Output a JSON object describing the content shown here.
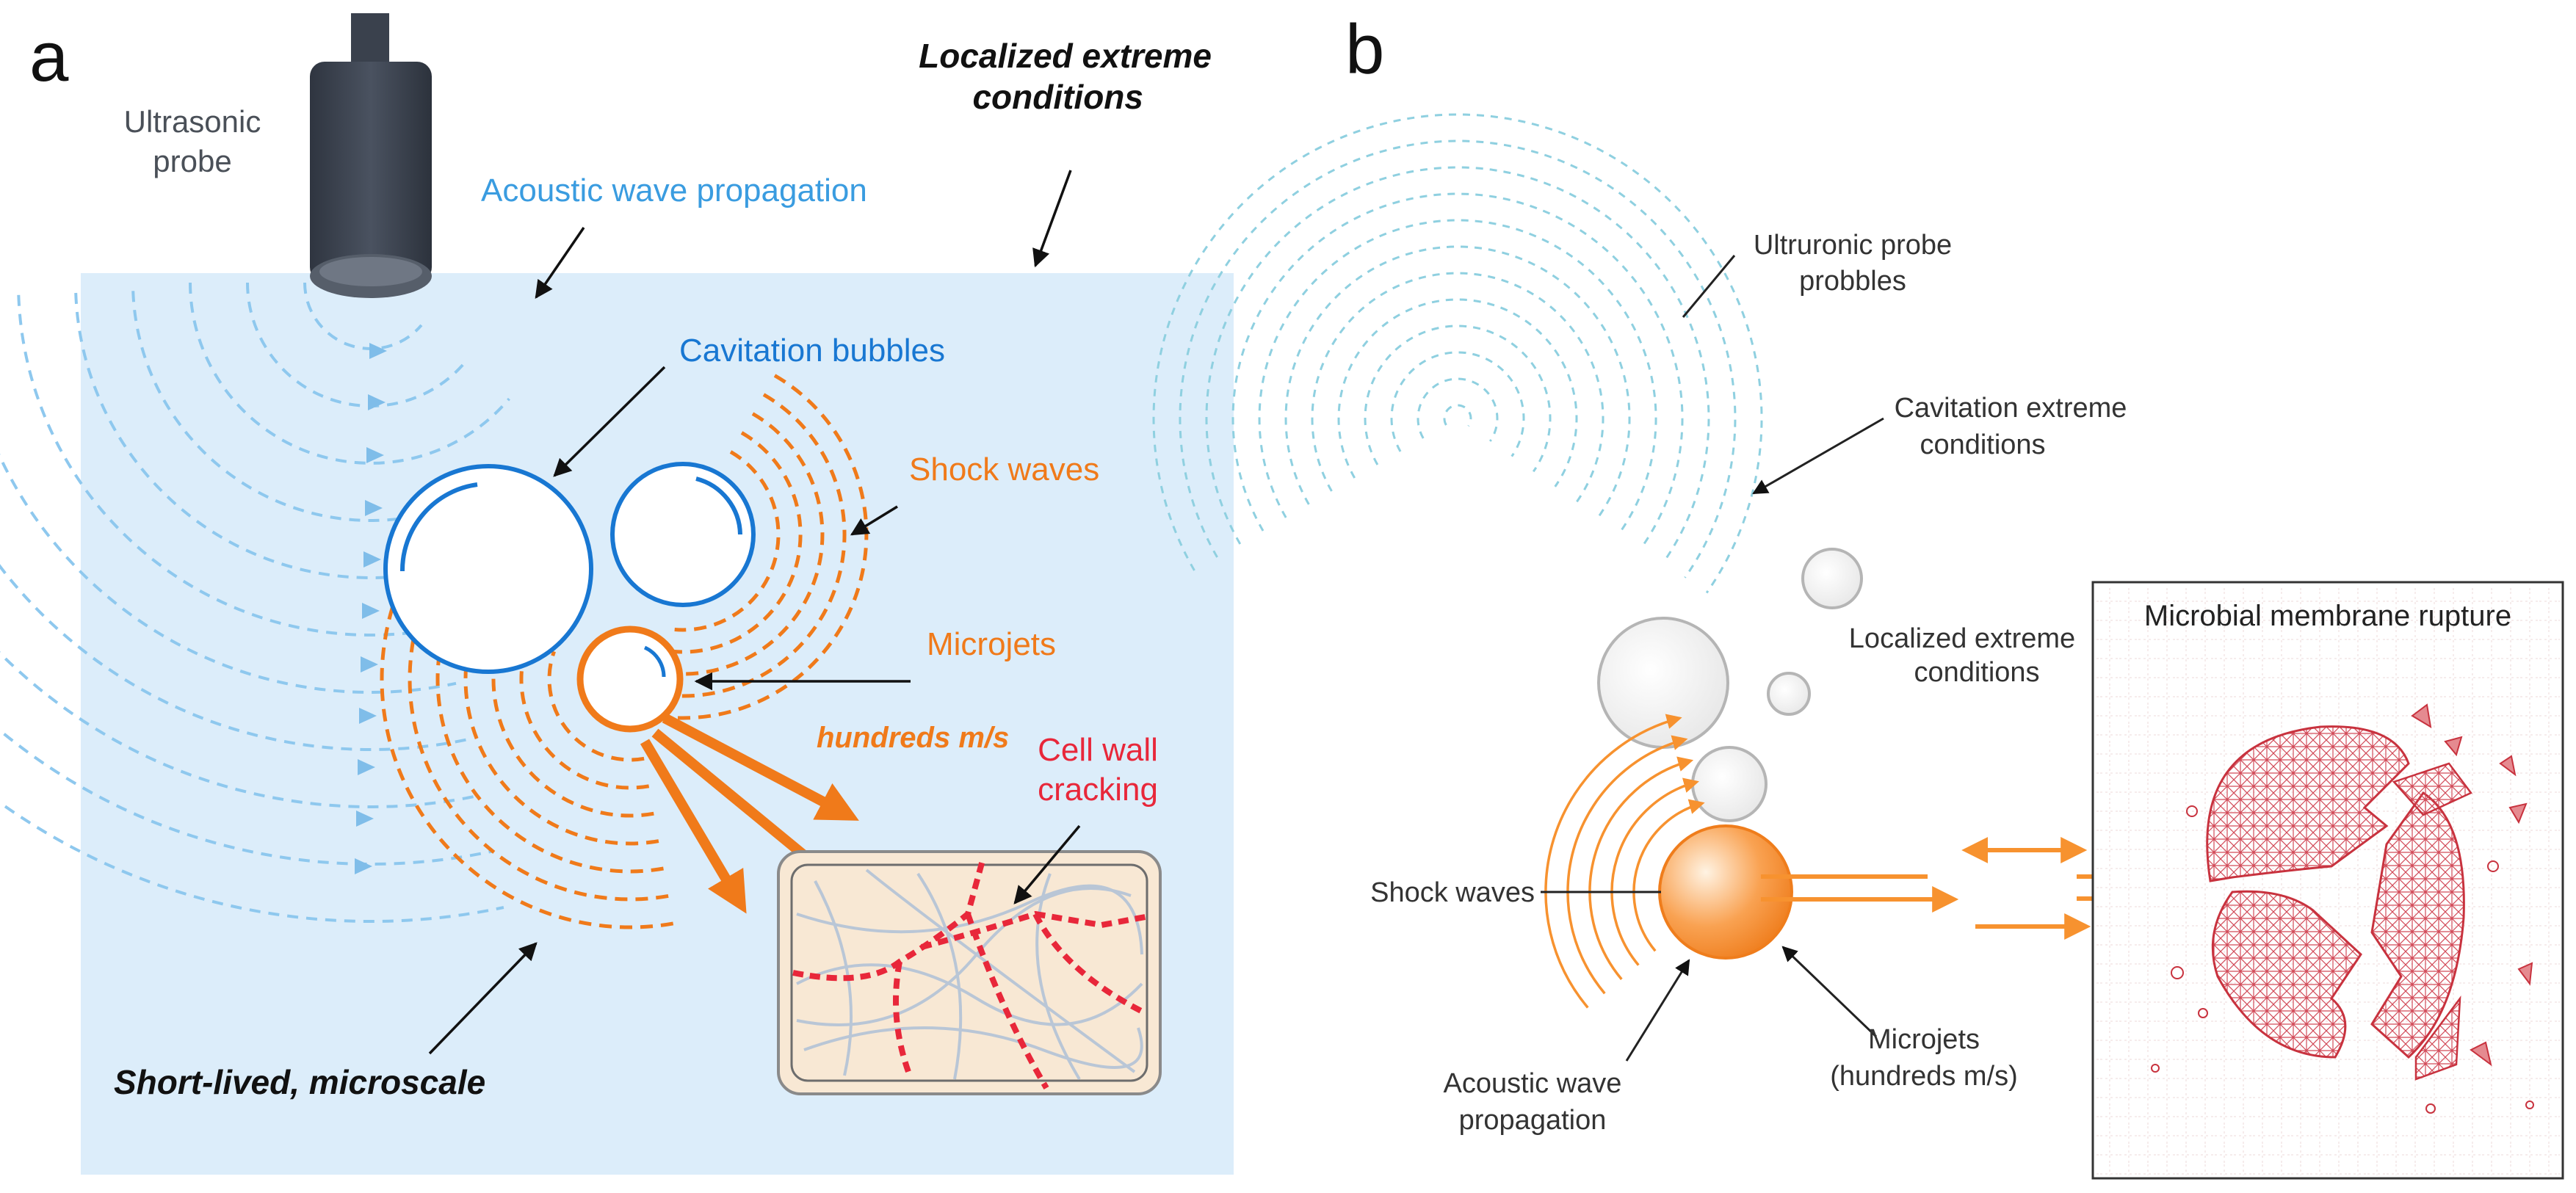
{
  "panel_a": {
    "letter": "a",
    "probe_label_line1": "Ultrasonic",
    "probe_label_line2": "probe",
    "acoustic": "Acoustic wave propagation",
    "localized_line1": "Localized extreme",
    "localized_line2": "conditions",
    "cavitation": "Cavitation bubbles",
    "shock": "Shock waves",
    "microjets": "Microjets",
    "speed": "hundreds m/s",
    "cellwall_line1": "Cell wall",
    "cellwall_line2": "cracking",
    "shortlived": "Short-lived, microscale"
  },
  "panel_b": {
    "letter": "b",
    "probe_line1": "Ultruronic probe",
    "probe_line2": "probbles",
    "cav_line1": "Cavitation extreme",
    "cav_line2": "conditions",
    "loc_line1": "Localized extreme",
    "loc_line2": "conditions",
    "membrane": "Microbial membrane rupture",
    "shock": "Shock waves",
    "acoustic_line1": "Acoustic wave",
    "acoustic_line2": "propagation",
    "microjets_line1": "Microjets",
    "microjets_line2": "(hundreds m/s)"
  },
  "colors": {
    "water": "#dcedfa",
    "probe": "#3d4450",
    "blue_wave": "#8ec8ee",
    "bubble_blue": "#1877d2",
    "orange": "#f07a1a",
    "red": "#e8273a",
    "cell_fill": "#f8e8d4"
  }
}
